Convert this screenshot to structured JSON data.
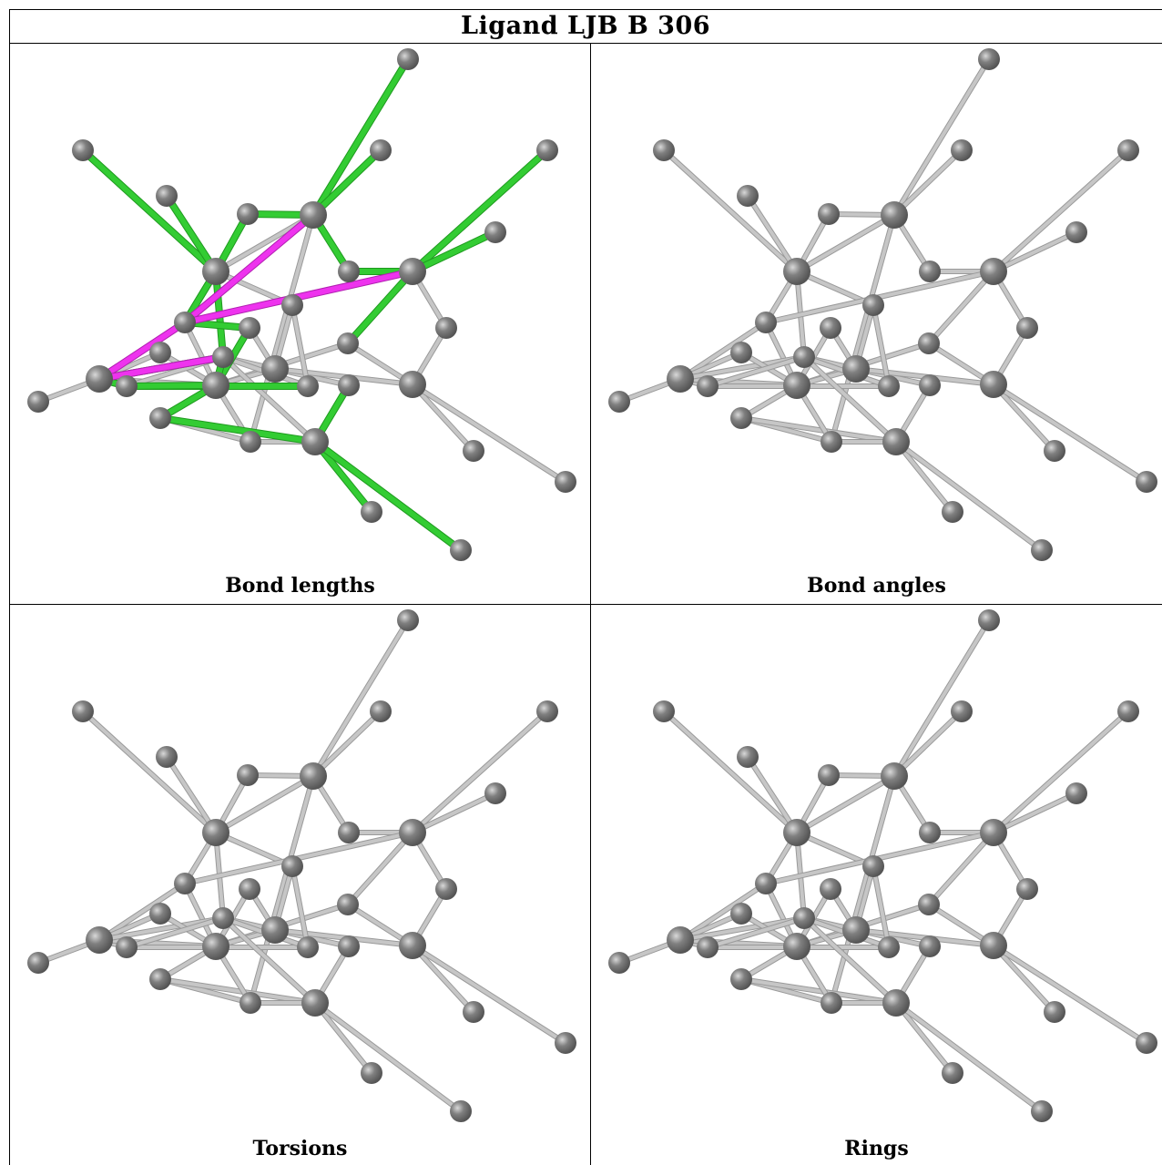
{
  "title": "Ligand LJB B 306",
  "panels": [
    {
      "caption": "Bond lengths",
      "highlight": "bond-lengths"
    },
    {
      "caption": "Bond angles",
      "highlight": "none"
    },
    {
      "caption": "Torsions",
      "highlight": "none"
    },
    {
      "caption": "Rings",
      "highlight": "none"
    }
  ],
  "colors": {
    "atom": "#808080",
    "bond": "#c6c6c6",
    "green": "#33cc33",
    "magenta": "#ee33ee"
  }
}
